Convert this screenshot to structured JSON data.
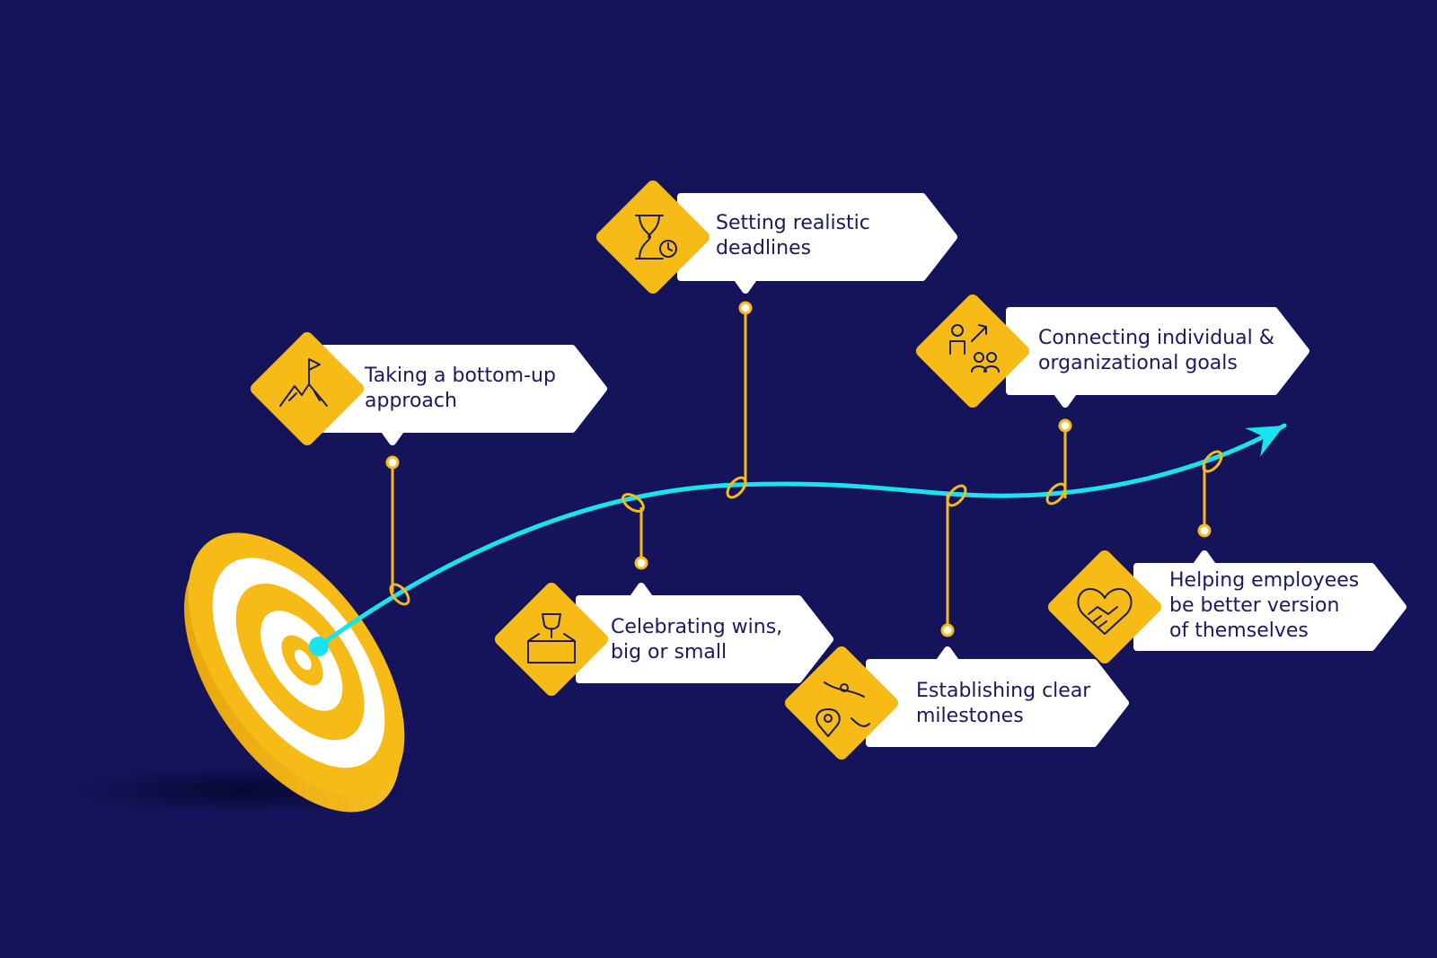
{
  "colors": {
    "background": "#15135a",
    "accent_yellow": "#f6bb16",
    "arrow_cyan": "#19e3ee",
    "card_white": "#ffffff",
    "text_navy": "#1b1a5e"
  },
  "steps": [
    {
      "label_line1": "Taking a bottom-up",
      "label_line2": "approach",
      "label_line3": "",
      "icon": "mountain-flag-icon"
    },
    {
      "label_line1": "Setting realistic",
      "label_line2": "deadlines",
      "label_line3": "",
      "icon": "hourglass-icon"
    },
    {
      "label_line1": "Celebrating wins,",
      "label_line2": "big or small",
      "label_line3": "",
      "icon": "trophy-box-icon"
    },
    {
      "label_line1": "Establishing clear",
      "label_line2": "milestones",
      "label_line3": "",
      "icon": "map-pin-route-icon"
    },
    {
      "label_line1": "Connecting individual &",
      "label_line2": "organizational goals",
      "label_line3": "",
      "icon": "team-growth-icon"
    },
    {
      "label_line1": "Helping employees",
      "label_line2": "be better version",
      "label_line3": "of themselves",
      "icon": "handshake-heart-icon"
    }
  ]
}
